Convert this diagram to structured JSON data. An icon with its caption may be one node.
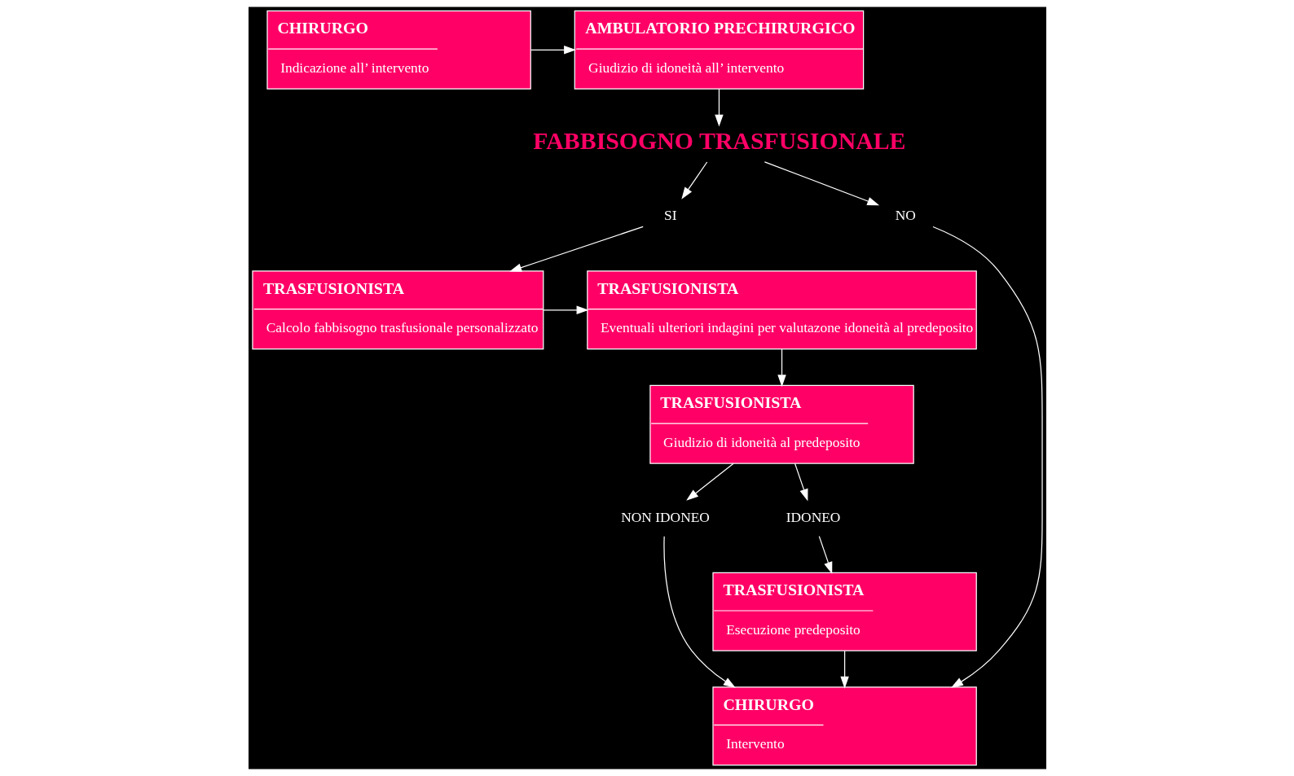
{
  "diagram": {
    "nodes": [
      {
        "text": [
          "CHIRURGO",
          "Indicazione all’ intervento"
        ]
      },
      {
        "text": [
          "AMBULATORIO PRECHIRURGICO",
          "Giudizio di idoneità all’ intervento"
        ]
      },
      {
        "text": [
          "FABBISOGNO TRASFUSIONALE"
        ]
      },
      {
        "text": [
          "TRASFUSIONISTA",
          "Eventuali ulteriori indagini per valutazone idoneità al predeposito"
        ]
      },
      {
        "text": [
          "TRASFUSIONISTA",
          "Calcolo fabbisogno trasfusionale personalizzato"
        ]
      },
      {
        "text": [
          "SI"
        ]
      },
      {
        "text": [
          "NO"
        ]
      },
      {
        "text": [
          "CHIRURGO",
          "Intervento"
        ]
      },
      {
        "text": [
          "NON IDONEO"
        ]
      },
      {
        "text": [
          "TRASFUSIONISTA",
          "Giudizio di idoneità al predeposito"
        ]
      },
      {
        "text": [
          "IDONEO"
        ]
      },
      {
        "text": [
          "TRASFUSIONISTA",
          "Esecuzione predeposito"
        ]
      }
    ],
    "edges": [
      {
        "from": 0,
        "to": 1,
        "arrow": "to"
      },
      {
        "from": 1,
        "to": 2,
        "arrow": "to"
      },
      {
        "from": 2,
        "to": 5,
        "arrow": "to"
      },
      {
        "from": 2,
        "to": 6,
        "arrow": "to"
      },
      {
        "from": 5,
        "to": 4,
        "arrow": "to"
      },
      {
        "from": 6,
        "to": 7,
        "arrow": "to"
      },
      {
        "from": 4,
        "to": 3,
        "arrow": "to"
      },
      {
        "from": 3,
        "to": 9,
        "arrow": "to"
      },
      {
        "from": 9,
        "to": 8,
        "arrow": "to"
      },
      {
        "from": 8,
        "to": 7,
        "arrow": "to"
      },
      {
        "from": 9,
        "to": 10,
        "arrow": "to"
      },
      {
        "from": 10,
        "to": 11,
        "arrow": "to"
      },
      {
        "from": 11,
        "to": 7,
        "arrow": "to"
      }
    ]
  }
}
